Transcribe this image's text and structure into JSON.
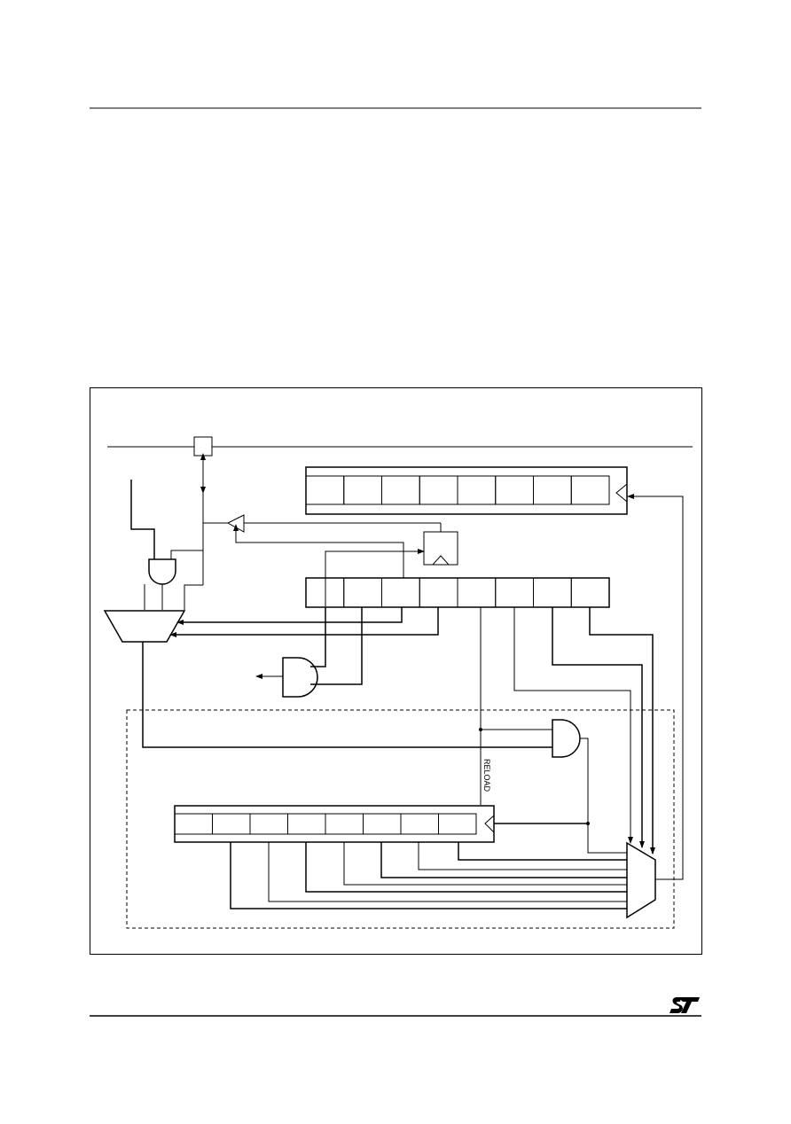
{
  "header": {
    "rule": true
  },
  "figure": {
    "labels": {
      "reload": "RELOAD"
    },
    "registers": {
      "top_register_cells": 8,
      "middle_register_cells": 8,
      "bottom_register_cells": 8
    }
  },
  "footer": {
    "logo_text": "ST"
  },
  "colors": {
    "ink": "#000000",
    "background": "#ffffff"
  }
}
